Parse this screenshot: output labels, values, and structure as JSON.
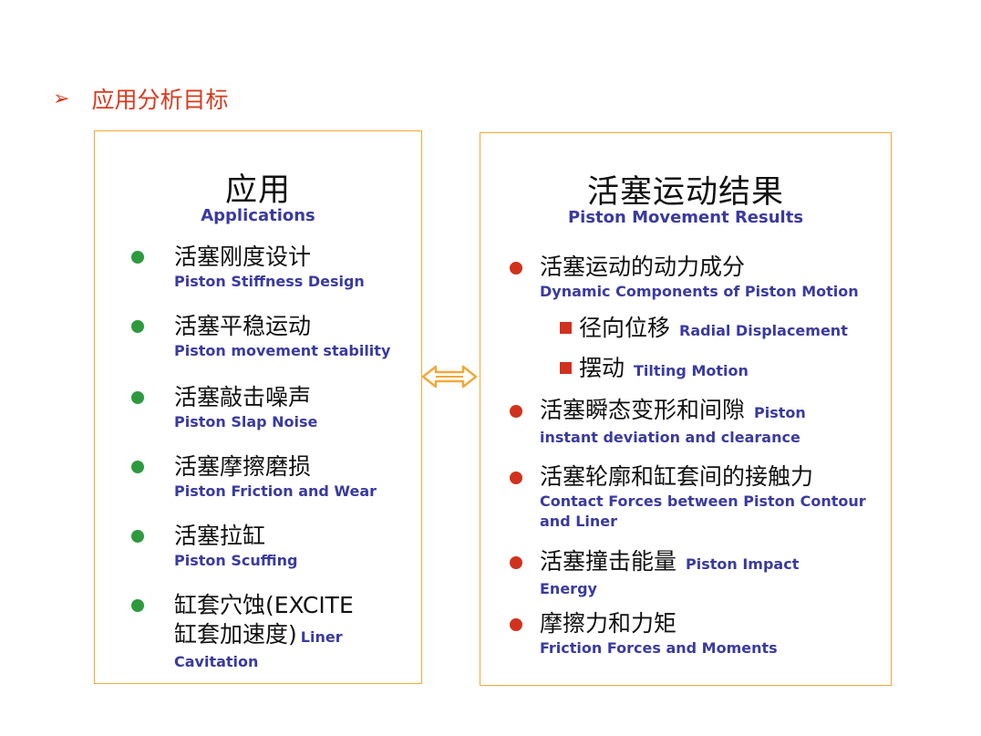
{
  "heading": {
    "bullet": "➢",
    "text": "应用分析目标"
  },
  "left": {
    "title": "应用",
    "subtitle": "Applications",
    "items": [
      {
        "zh": "活塞刚度设计",
        "en": "Piston Stiffness Design"
      },
      {
        "zh": "活塞平稳运动",
        "en": "Piston movement stability"
      },
      {
        "zh": "活塞敲击噪声",
        "en": "Piston Slap Noise"
      },
      {
        "zh": "活塞摩擦磨损",
        "en": "Piston Friction and Wear"
      },
      {
        "zh": "活塞拉缸",
        "en": "Piston Scuffing"
      },
      {
        "zh1": "缸套穴蚀(EXCITE",
        "zh2": "缸套加速度)",
        "en_inline": "Liner",
        "en": "Cavitation"
      }
    ]
  },
  "right": {
    "title": "活塞运动结果",
    "subtitle": "Piston Movement Results",
    "items": [
      {
        "zh": "活塞运动的动力成分",
        "en": "Dynamic Components of Piston Motion"
      },
      {
        "zh": "径向位移",
        "en_inline": "Radial Displacement"
      },
      {
        "zh": "摆动",
        "en_inline": "Tilting Motion"
      },
      {
        "zh": "活塞瞬态变形和间隙",
        "en_inline": "Piston",
        "en": "instant deviation and clearance"
      },
      {
        "zh": "活塞轮廓和缸套间的接触力",
        "en1": "Contact Forces between Piston Contour",
        "en2": "and Liner"
      },
      {
        "zh": "活塞撞击能量",
        "en_inline": "Piston Impact",
        "en": "Energy"
      },
      {
        "zh": "摩擦力和力矩",
        "en": "Friction Forces and Moments"
      }
    ]
  },
  "colors": {
    "heading": "#d83a1e",
    "box_border": "#f0a93a",
    "english_text": "#3a3aa0",
    "green_bullet": "#2e9a3e",
    "red_bullet": "#d0321e",
    "arrow": "#f0a93a"
  },
  "icons": {
    "connector": "double-arrow-icon"
  }
}
